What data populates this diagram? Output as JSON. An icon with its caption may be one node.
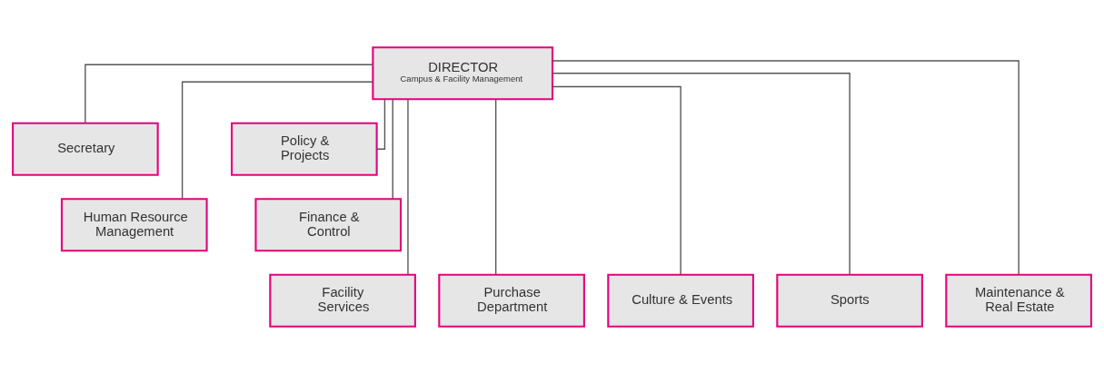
{
  "diagram": {
    "nodes": [
      {
        "text": [
          "DIRECTOR",
          "Campus & Facility Management"
        ]
      },
      {
        "text": [
          "Secretary"
        ]
      },
      {
        "text": [
          "Policy & Projects"
        ]
      },
      {
        "text": [
          "Human Resource Management"
        ]
      },
      {
        "text": [
          "Finance & Control"
        ]
      },
      {
        "text": [
          "Facility Services"
        ]
      },
      {
        "text": [
          "Purchase Department"
        ]
      },
      {
        "text": [
          "Culture & Events"
        ]
      },
      {
        "text": [
          "Sports"
        ]
      },
      {
        "text": [
          "Maintenance & Real Estate"
        ]
      }
    ],
    "edges": [
      {
        "from": 0,
        "to": 1,
        "arrow": "none"
      },
      {
        "from": 0,
        "to": 2,
        "arrow": "none"
      },
      {
        "from": 0,
        "to": 3,
        "arrow": "none"
      },
      {
        "from": 0,
        "to": 4,
        "arrow": "none"
      },
      {
        "from": 0,
        "to": 5,
        "arrow": "none"
      },
      {
        "from": 0,
        "to": 6,
        "arrow": "none"
      },
      {
        "from": 0,
        "to": 7,
        "arrow": "none"
      },
      {
        "from": 0,
        "to": 8,
        "arrow": "none"
      },
      {
        "from": 0,
        "to": 9,
        "arrow": "none"
      }
    ]
  }
}
